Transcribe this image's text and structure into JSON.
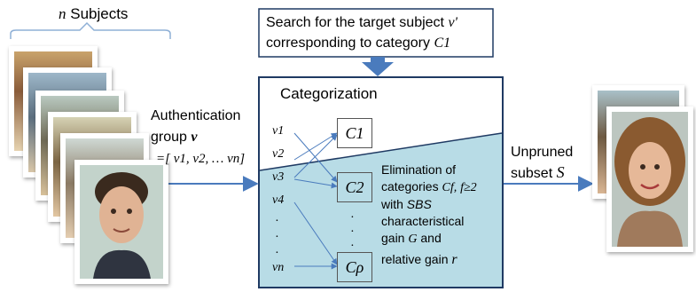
{
  "subjects_label": {
    "n": "n",
    "text": "Subjects"
  },
  "search_box": {
    "line1": "Search for the target subject",
    "target_symbol": "v'",
    "line2": "corresponding to category",
    "category_symbol": "C1"
  },
  "categorization": {
    "title": "Categorization"
  },
  "auth_group": {
    "line1": "Authentication",
    "line2": "group",
    "group_symbol": "v",
    "vector": "=[ v1, v2, … vn]"
  },
  "vectors": [
    "v1",
    "v2",
    "v3",
    "v4",
    ".",
    ".",
    ".",
    "vn"
  ],
  "categories": {
    "top": "C1",
    "middle": "C2",
    "bottom": "Cρ",
    "dots": [
      ".",
      ".",
      "."
    ]
  },
  "elimination": {
    "line1": "Elimination of",
    "line2_prefix": "categories",
    "line2_cat": "Cf,",
    "line2_cond": "f≥2",
    "line3_prefix": "with",
    "line3_sbs": "SBS",
    "line4": "characteristical",
    "line5_prefix": "gain",
    "line5_g": "G",
    "line5_suffix": "and",
    "line6_prefix": "relative gain",
    "line6_r": "r"
  },
  "unpruned": {
    "line1": "Unpruned",
    "line2_prefix": "subset",
    "line2_symbol": "S"
  },
  "colors": {
    "accent": "#4a7bbd",
    "panel_fill": "#b8dce6",
    "border": "#1f3a63",
    "bracket": "#8fb0d6"
  },
  "icons": {
    "arrow": "arrow-icon",
    "photo": "face-photo"
  }
}
